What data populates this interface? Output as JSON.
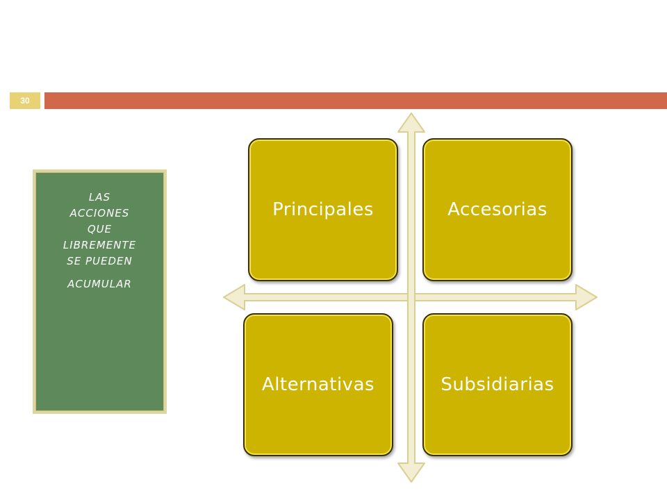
{
  "slide": {
    "page_number": "30",
    "accent_color": "#d0694b",
    "badge_color": "#e9d276"
  },
  "side_panel": {
    "lines": [
      "LAS",
      "ACCIONES",
      "QUE",
      "LIBREMENTE",
      "SE PUEDEN",
      "ACUMULAR"
    ],
    "background": "#5e8a5b"
  },
  "matrix": {
    "top_left": "Principales",
    "top_right": "Accesorias",
    "bottom_left": "Alternativas",
    "bottom_right": "Subsidiarias",
    "box_color": "#ccb400",
    "arrow_color": "#f3eed2"
  }
}
